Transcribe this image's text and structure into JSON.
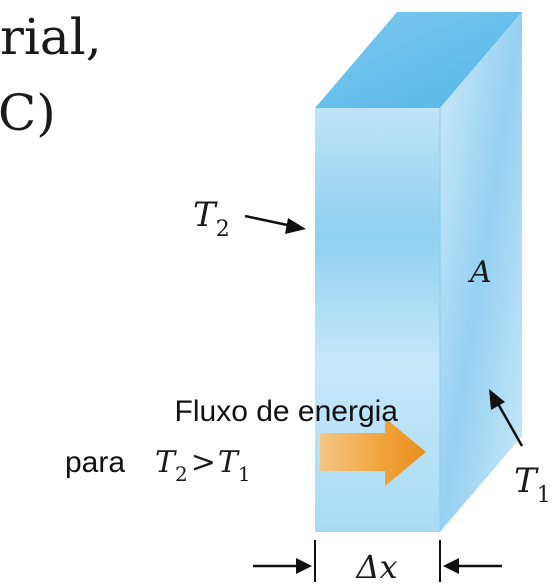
{
  "cut_text": {
    "line1": "rial,",
    "line2": "C)"
  },
  "labels": {
    "t2_top": {
      "main": "T",
      "sub": "2"
    },
    "area": "A",
    "t1": {
      "main": "T",
      "sub": "1"
    },
    "delta_x": "Δx",
    "flux_line1": "Fluxo de energia",
    "flux_line2_word": "para",
    "flux_cond": {
      "a": "T",
      "a_sub": "2",
      "op": ">",
      "b": "T",
      "b_sub": "1"
    }
  },
  "colors": {
    "front_face": "#bfe3f7",
    "side_face": "#a6d6f2",
    "top_face": "#6fc2ee",
    "arrow": "#f0a030"
  }
}
